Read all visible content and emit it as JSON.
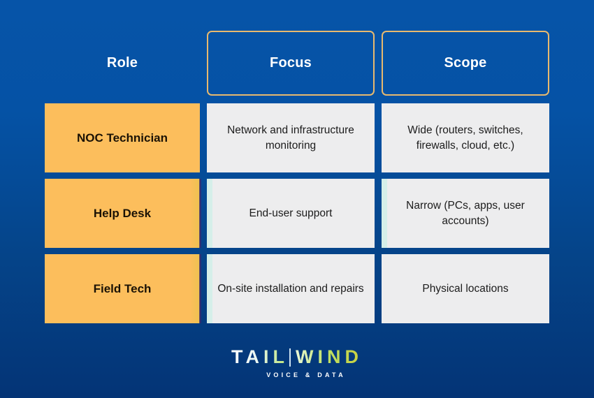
{
  "slide": {
    "background_top": "#0552a5",
    "background_bottom": "#043476"
  },
  "table": {
    "headers": [
      {
        "label": "Role",
        "boxed": false
      },
      {
        "label": "Focus",
        "boxed": true
      },
      {
        "label": "Scope",
        "boxed": true
      }
    ],
    "header_border_color": "#e8b96e",
    "role_cell_color": "#fcbe5c",
    "text_cell_color": "#ededee",
    "rows": [
      {
        "role": "NOC Technician",
        "focus": "Network and infrastructure monitoring",
        "scope": "Wide (routers, switches, firewalls, cloud, etc.)"
      },
      {
        "role": "Help Desk",
        "focus": "End-user support",
        "scope": "Narrow (PCs, apps, user accounts)"
      },
      {
        "role": "Field Tech",
        "focus": "On-site installation and repairs",
        "scope": "Physical locations"
      }
    ]
  },
  "logo": {
    "word_first": "TAIL",
    "word_second": "WIND",
    "tagline": "VOICE & DATA",
    "gradient_start": "#ffffff",
    "gradient_end": "#c9cf3e"
  }
}
